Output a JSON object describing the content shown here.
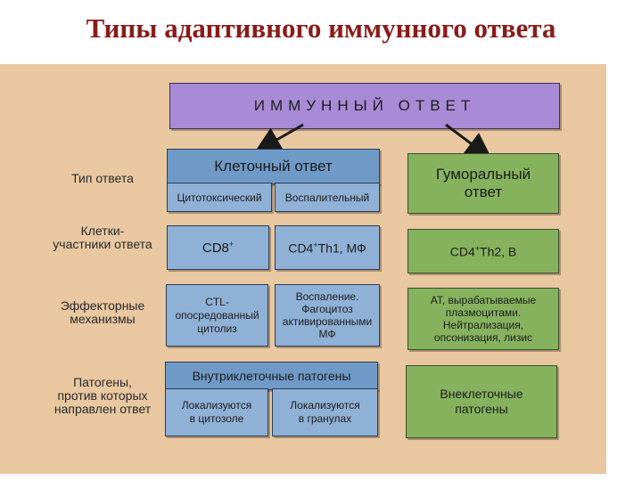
{
  "title": "Типы адаптивного иммунного ответа",
  "root": "ИММУННЫЙ ОТВЕТ",
  "row_labels": {
    "response_type": "Тип ответа",
    "cells_1": "Клетки-",
    "cells_2": "участники ответа",
    "effector_1": "Эффекторные",
    "effector_2": "механизмы",
    "pathogens_1": "Патогены,",
    "pathogens_2": "против которых",
    "pathogens_3": "направлен ответ"
  },
  "cellular": {
    "header": "Клеточный ответ",
    "cytotoxic": "Цитотоксический",
    "inflammatory": "Воспалительный",
    "cd8": "CD8",
    "cd8_sup": "+",
    "cd4_a": "CD4",
    "cd4_sup": "+",
    "cd4_b": "Th1, МФ",
    "ctl_1": "CTL-",
    "ctl_2": "опосредованный",
    "ctl_3": "цитолиз",
    "infl_1": "Воспаление.",
    "infl_2": "Фагоцитоз",
    "infl_3": "активированными",
    "infl_4": "МФ",
    "intracellular": "Внутриклеточные патогены",
    "cytosol_1": "Локализуются",
    "cytosol_2": "в цитозоле",
    "granules_1": "Локализуются",
    "granules_2": "в гранулах"
  },
  "humoral": {
    "header_1": "Гуморальный",
    "header_2": "ответ",
    "cd4_a": "CD4",
    "cd4_sup": "+",
    "cd4_b": "Th2, В",
    "mech_1": "АТ, вырабатываемые",
    "mech_2": "плазмоцитами.",
    "mech_3": "Нейтрализация,",
    "mech_4": "опсонизация, лизис",
    "path_1": "Внеклеточные",
    "path_2": "патогены"
  },
  "colors": {
    "title": "#8b1a1a",
    "panel": "#e8c7a1",
    "cellular": "#8fb1d6",
    "humoral": "#86b25e",
    "root": "#a88ad6"
  }
}
